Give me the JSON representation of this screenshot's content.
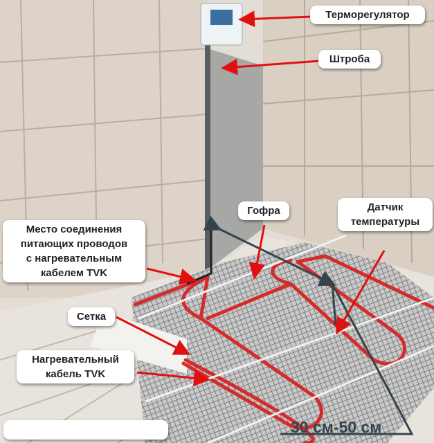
{
  "labels": {
    "thermostat": "Терморегулятор",
    "groove": "Штроба",
    "corrugated_tube": "Гофра",
    "sensor_line1": "Датчик",
    "sensor_line2": "температуры",
    "junction_line1": "Место соединения",
    "junction_line2": "питающих проводов",
    "junction_line3": "с нагревательным",
    "junction_line4": "кабелем TVK",
    "mesh": "Сетка",
    "cable_line1": "Нагревательный",
    "cable_line2": "кабель TVK"
  },
  "dimension": "30 см-50 см",
  "colors": {
    "cable": "#d62b2b",
    "arrow": "#e01010",
    "dimension": "#34444c"
  }
}
